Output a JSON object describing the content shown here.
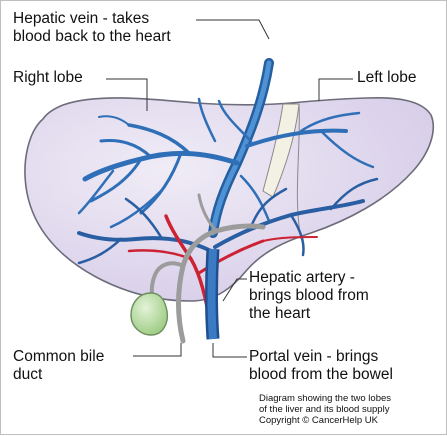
{
  "labels": {
    "hepatic_vein": "Hepatic vein - takes\nblood back to the heart",
    "right_lobe": "Right lobe",
    "left_lobe": "Left lobe",
    "hepatic_artery": "Hepatic artery -\nbrings blood from\nthe heart",
    "common_bile_duct": "Common bile\nduct",
    "portal_vein": "Portal vein - brings\nblood from the bowel"
  },
  "caption": "Diagram showing the two lobes\nof the liver and its blood supply\nCopyright © CancerHelp UK",
  "colors": {
    "liver_fill": "#dcd3ec",
    "liver_outline": "#6c6c7a",
    "vein_blue": "#2f6fb8",
    "vein_light": "#4f93d6",
    "artery_red": "#cc2233",
    "bile_duct": "#a9a9a9",
    "gallbladder": "#b9dca2",
    "ligament": "#f3f1e4"
  }
}
